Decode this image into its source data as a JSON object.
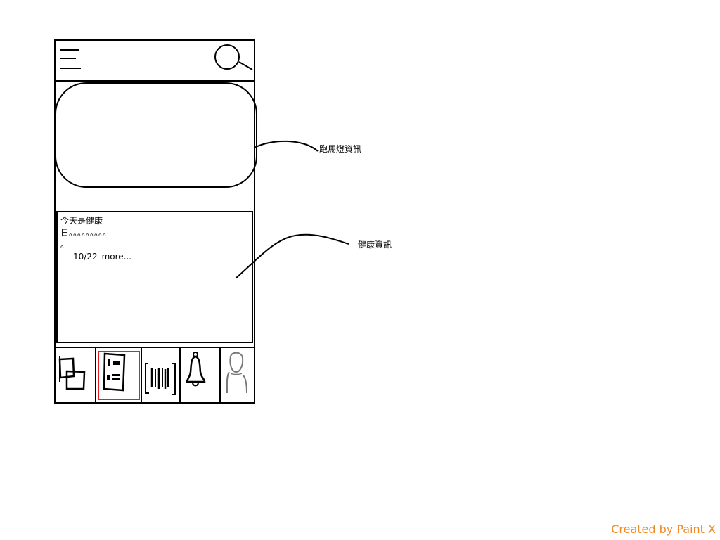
{
  "header": {
    "menu_icon": "hamburger-menu-icon",
    "search_icon": "magnifier-search-icon"
  },
  "health_card": {
    "line1": "今天是健康",
    "line2": "日。。。。。。。。。",
    "line3": "。",
    "date": "10/22",
    "more": "more..."
  },
  "tab_bar": {
    "selected_index": 1,
    "selected_color": "#e02020",
    "tabs": [
      {
        "icon": "overlapping-squares-icon"
      },
      {
        "icon": "document-icon"
      },
      {
        "icon": "barcode-scan-icon"
      },
      {
        "icon": "bell-icon"
      },
      {
        "icon": "profile-person-icon"
      }
    ]
  },
  "annotations": {
    "marquee": "跑馬燈資訊",
    "health": "健康資訊"
  },
  "watermark": {
    "text": "Created by Paint X",
    "color": "#f08a24"
  }
}
